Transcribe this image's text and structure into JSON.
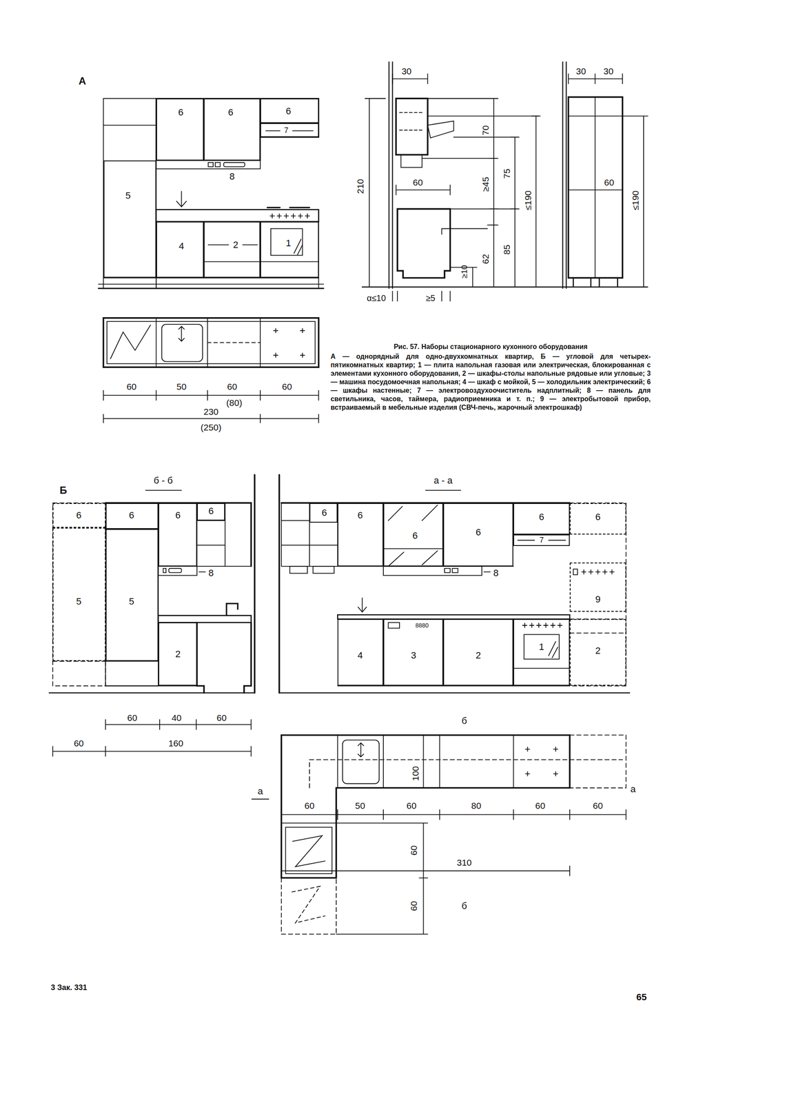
{
  "diagram": {
    "caption": "Рис. 57. Наборы стационарного кухонного оборудования",
    "nodes": [
      {
        "text": [
          "5"
        ]
      },
      {
        "text": [
          "6"
        ]
      },
      {
        "text": [
          "6"
        ]
      },
      {
        "text": [
          "6"
        ]
      },
      {
        "text": [
          "7"
        ]
      },
      {
        "text": [
          "4"
        ]
      },
      {
        "text": [
          "2"
        ]
      },
      {
        "text": [
          "1"
        ]
      },
      {
        "text": [
          "6"
        ]
      },
      {
        "text": [
          "5"
        ]
      },
      {
        "text": [
          "6"
        ]
      },
      {
        "text": [
          "5"
        ]
      },
      {
        "text": [
          "6"
        ]
      },
      {
        "text": [
          "6"
        ]
      },
      {
        "text": [
          "2"
        ]
      },
      {
        "text": [
          "6"
        ]
      },
      {
        "text": [
          "6"
        ]
      },
      {
        "text": [
          "6"
        ]
      },
      {
        "text": [
          "6"
        ]
      },
      {
        "text": [
          "6"
        ]
      },
      {
        "text": [
          "7"
        ]
      },
      {
        "text": [
          "6"
        ]
      },
      {
        "text": [
          "9"
        ]
      },
      {
        "text": [
          "4"
        ]
      },
      {
        "text": [
          "3"
        ]
      },
      {
        "text": [
          "2"
        ]
      },
      {
        "text": [
          "1"
        ]
      },
      {
        "text": [
          "2"
        ]
      }
    ],
    "labels": [
      "А",
      "8",
      "60",
      "50",
      "60",
      "(80)",
      "60",
      "230",
      "(250)",
      "30",
      "210",
      "60",
      "70",
      "75",
      "≥45",
      "≤190",
      "85",
      "62",
      "≥10",
      "α≤10",
      "≥5",
      "30",
      "30",
      "60",
      "≤190",
      "А — однорядный для одно-двухкомнатных квартир, Б — угловой для четырех-пятикомнатных квартир; 1 — плита напольная газовая или электрическая, блокированная с элементами кухонного оборудования, 2 — шкафы-столы напольные рядовые или угловые; 3 — машина посудомоечная напольная; 4 — шкаф с мойкой, 5 — холодильник электрический; 6 — шкафы настенные; 7 — электровоздухоочиститель надплитный; 8 — панель для светильника, часов, таймера, радиоприемника и т. п.; 9 — электробытовой прибор, встраиваемый в мебельные изделия (СВЧ-печь, жарочный электрошкаф)",
      "Б",
      "б - б",
      "а - а",
      "8",
      "8",
      "8880",
      "60",
      "40",
      "60",
      "60",
      "160",
      "б",
      "100",
      "а",
      "а",
      "60",
      "50",
      "60",
      "80",
      "60",
      "60",
      "310",
      "60",
      "60",
      "б",
      "3 Зак. 331",
      "65"
    ]
  }
}
